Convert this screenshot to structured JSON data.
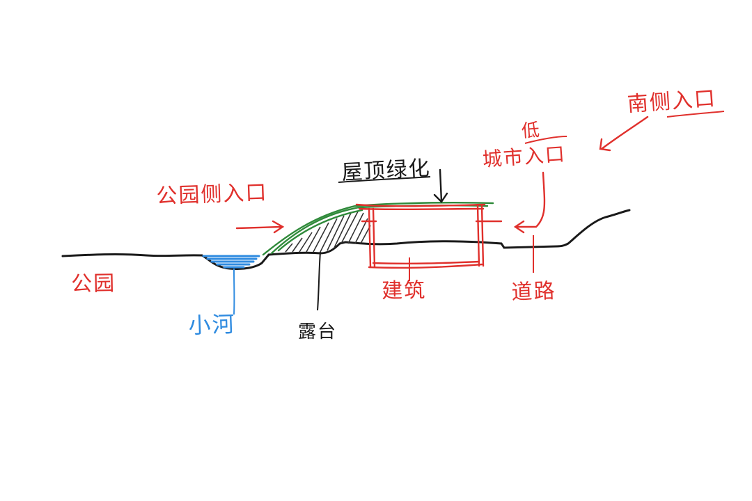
{
  "labels": {
    "park": "公园",
    "park_side_entrance": "公园侧入口",
    "river": "小河",
    "roof_grass": "屋顶绿化",
    "terrace": "露台",
    "building": "建筑",
    "road": "道路",
    "low": "低",
    "city_entrance": "城市入口",
    "south_side": "南侧入口"
  },
  "colors": {
    "ground": "#1a1a1a",
    "annotation_red": "#e0302c",
    "water_blue": "#2f8be0",
    "green_roof": "#2f8a3a",
    "hatch": "#333333"
  }
}
